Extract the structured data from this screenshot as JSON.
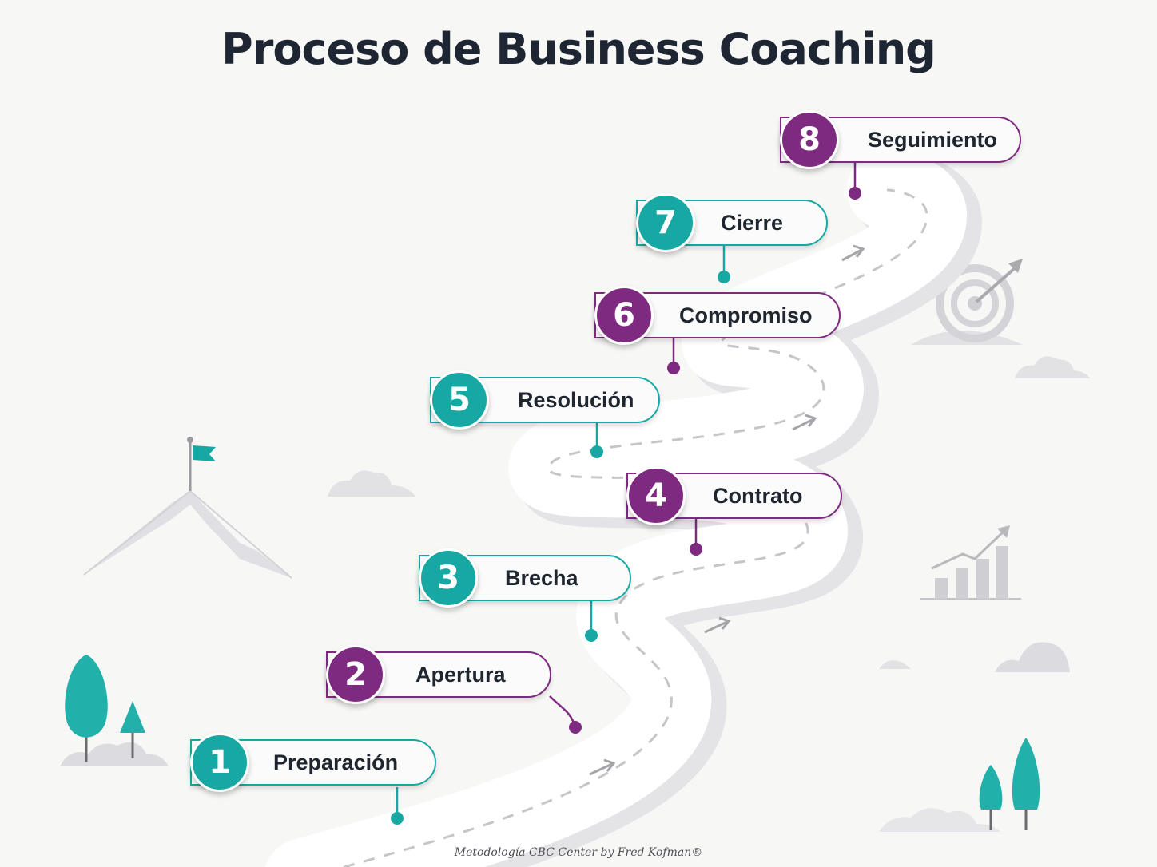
{
  "title": "Proceso de Business Coaching",
  "footer": "Metodología CBC Center by Fred Kofman®",
  "colors": {
    "teal": "#17a8a3",
    "purple": "#7e2a80",
    "text": "#1e2633",
    "road": "#ffffff",
    "road_shadow": "#e3e3e6"
  },
  "steps": [
    {
      "number": "1",
      "label": "Preparación",
      "color": "teal"
    },
    {
      "number": "2",
      "label": "Apertura",
      "color": "purple"
    },
    {
      "number": "3",
      "label": "Brecha",
      "color": "teal"
    },
    {
      "number": "4",
      "label": "Contrato",
      "color": "purple"
    },
    {
      "number": "5",
      "label": "Resolución",
      "color": "teal"
    },
    {
      "number": "6",
      "label": "Compromiso",
      "color": "purple"
    },
    {
      "number": "7",
      "label": "Cierre",
      "color": "teal"
    },
    {
      "number": "8",
      "label": "Seguimiento",
      "color": "purple"
    }
  ],
  "icons": [
    "mountain-flag-icon",
    "target-icon",
    "bar-chart-icon",
    "tree-icon",
    "cloud-icon",
    "arrow-icon"
  ]
}
